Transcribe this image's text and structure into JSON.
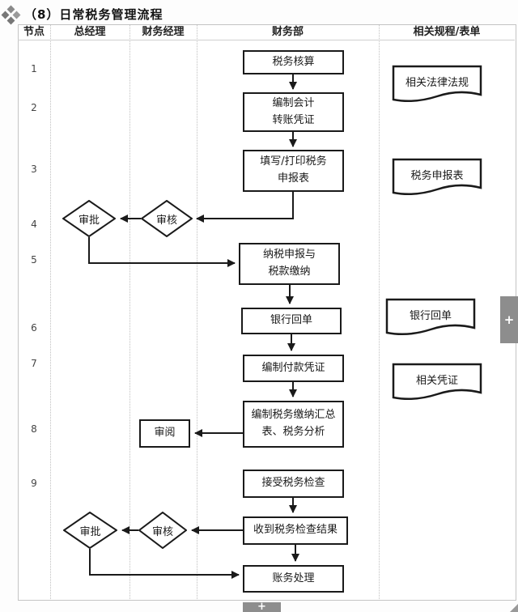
{
  "page": {
    "title": "（8）日常税务管理流程"
  },
  "table": {
    "headers": [
      "节点",
      "总经理",
      "财务经理",
      "财务部",
      "相关规程/表单"
    ],
    "node_numbers": [
      "1",
      "2",
      "3",
      "4",
      "5",
      "6",
      "7",
      "8",
      "9"
    ]
  },
  "flow": {
    "boxes": [
      {
        "label": "税务核算"
      },
      {
        "label": "编制会计\n转账凭证"
      },
      {
        "label": "填写/打印税务\n申报表"
      },
      {
        "label": "纳税申报与\n税款缴纳"
      },
      {
        "label": "银行回单"
      },
      {
        "label": "编制付款凭证"
      },
      {
        "label": "编制税务缴纳汇总\n表、税务分析"
      },
      {
        "label": "接受税务检查"
      },
      {
        "label": "收到税务检查结果"
      },
      {
        "label": "账务处理"
      },
      {
        "label": "审阅"
      }
    ],
    "diamonds": [
      {
        "label": "审批"
      },
      {
        "label": "审核"
      },
      {
        "label": "审核"
      },
      {
        "label": "审批"
      }
    ],
    "documents": [
      {
        "label": "相关法律法规"
      },
      {
        "label": "税务申报表"
      },
      {
        "label": "银行回单"
      },
      {
        "label": "相关凭证"
      }
    ]
  },
  "overlay": {
    "right_plus": "+",
    "bottom_plus": "+"
  },
  "colors": {
    "line": "#1a1a1a",
    "table_border": "#c4c4c4",
    "tab": "#8d8d8d"
  }
}
